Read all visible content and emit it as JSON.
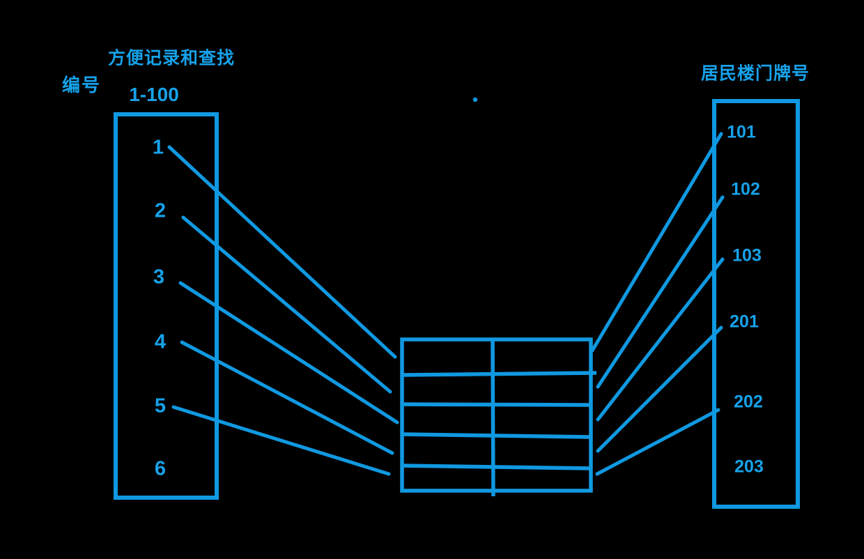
{
  "diagram": {
    "left_title": "方便记录和查找",
    "left_box_label": "编号",
    "left_box_range": "1-100",
    "right_title": "居民楼门牌号",
    "left_box": {
      "items": [
        "1",
        "2",
        "3",
        "4",
        "5",
        "6"
      ]
    },
    "right_box": {
      "items": [
        "101",
        "102",
        "103",
        "201",
        "202",
        "203"
      ]
    },
    "table": {
      "rows": 5,
      "columns": 2
    },
    "mappings": [
      {
        "from": "1",
        "to": "101"
      },
      {
        "from": "2",
        "to": "102"
      },
      {
        "from": "3",
        "to": "103"
      },
      {
        "from": "4",
        "to": "201"
      },
      {
        "from": "5",
        "to": "202"
      }
    ],
    "colors": {
      "accent": "#1099e1",
      "accent_text": "#17a2ea",
      "background": "#000000"
    }
  }
}
